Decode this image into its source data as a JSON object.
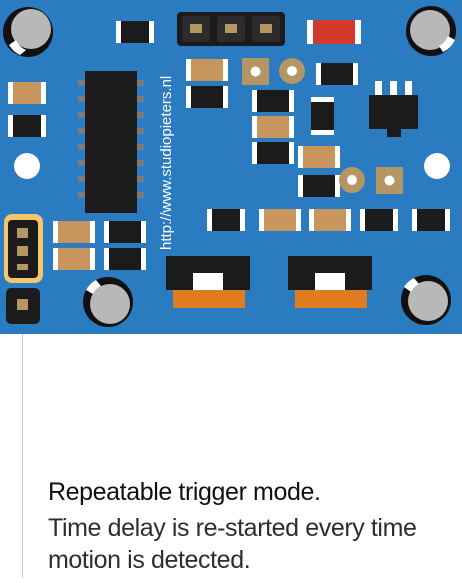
{
  "board": {
    "watermark": "http://www.studiopieters.nl",
    "colors": {
      "pcb": "#2a7bbf",
      "smd_dark": "#1b1b1b",
      "smd_tan": "#c9955f",
      "red_resistor": "#d0392b",
      "potentiometer": "#e07b20",
      "jumper_highlight": "#f5c56c",
      "brass_pad": "#b49564",
      "mount_hole": "#ffffff",
      "capacitor_silver": "#b8b8b8"
    }
  },
  "caption": {
    "title": "Repeatable trigger mode.",
    "description": "Time delay is re-started every time motion is detected."
  }
}
